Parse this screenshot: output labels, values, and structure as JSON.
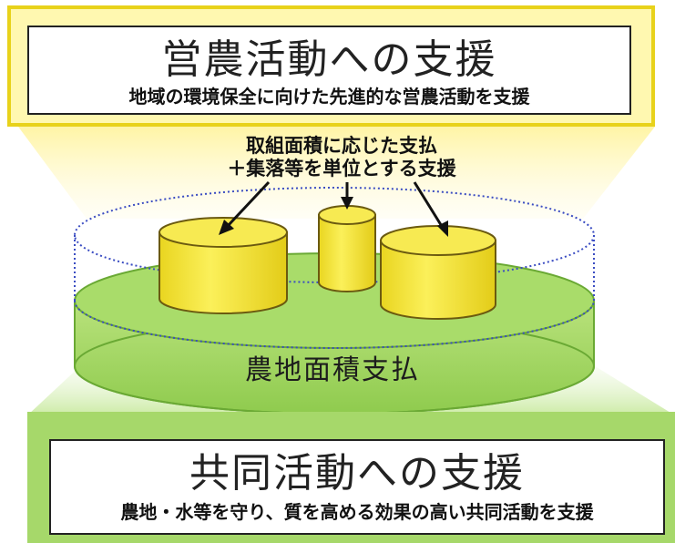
{
  "top_panel": {
    "title": "営農活動への支援",
    "subtitle": "地域の環境保全に向けた先進的な営農活動を支援"
  },
  "callout": {
    "line1": "取組面積に応じた支払",
    "line2": "＋集落等を単位とする支援"
  },
  "base": {
    "label": "農地面積支払"
  },
  "bottom_panel": {
    "title": "共同活動への支援",
    "subtitle": "農地・水等を守り、質を高める効果の高い共同活動を支援"
  },
  "colors": {
    "top_frame": "#e8d21a",
    "top_fill": "#fff8b0",
    "bottom_fill": "#a6d86a",
    "disc_green": "#a9dc6a",
    "disc_green_dark": "#7fc242",
    "cylinder_yellow": "#f5e63a",
    "dotted_blue": "#3a4cc2"
  }
}
